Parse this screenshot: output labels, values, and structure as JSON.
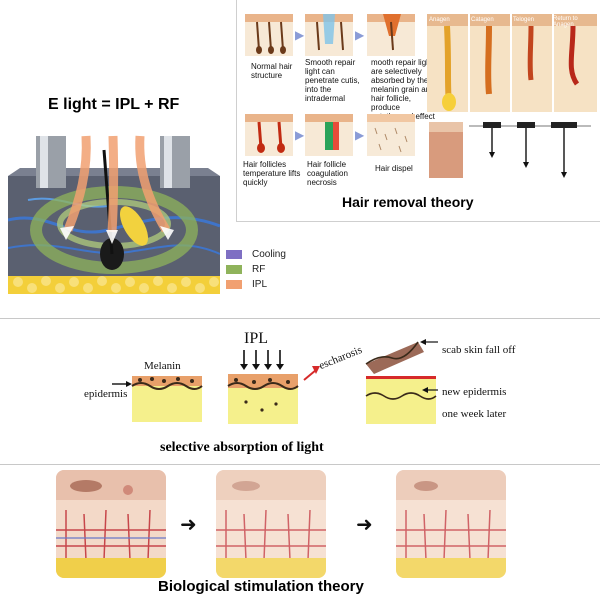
{
  "elight": {
    "title": "E light = IPL + RF",
    "legend": [
      {
        "label": "Cooling",
        "color": "#7e6fc3"
      },
      {
        "label": "RF",
        "color": "#8fb35b"
      },
      {
        "label": "IPL",
        "color": "#f1a071"
      }
    ]
  },
  "hair_removal": {
    "title": "Hair removal theory",
    "steps": [
      {
        "caption": "Normal hair structure"
      },
      {
        "caption": "Smooth repair light can penetrate cutis, into the intradermal"
      },
      {
        "caption": "mooth repair light are selectively absorbed by the melanin grain and hair follicle, produce optothermal effect"
      },
      {
        "caption": "Hair follicles temperature lifts quickly"
      },
      {
        "caption": "Hair follicle coagulation necrosis"
      },
      {
        "caption": "Hair dispel"
      }
    ],
    "phases": [
      "Anagen",
      "Catagen",
      "Telogen",
      "Return to Anagen"
    ]
  },
  "selective": {
    "title": "selective absorption of light",
    "labels": {
      "melanin": "Melanin",
      "epidermis": "epidermis",
      "ipl": "IPL",
      "escharosis": "escharosis",
      "scab": "scab skin fall off",
      "new_epidermis": "new epidermis",
      "week_later": "one week later"
    }
  },
  "biological": {
    "title": "Biological stimulation theory"
  },
  "colors": {
    "skin_yellow": "#f5f08c",
    "crust_orange": "#e89a6a",
    "arrow_red": "#d62a2a",
    "ipl_orange": "#f1a071",
    "cooling_purple": "#7e6fc3",
    "rf_green": "#8fb35b"
  }
}
